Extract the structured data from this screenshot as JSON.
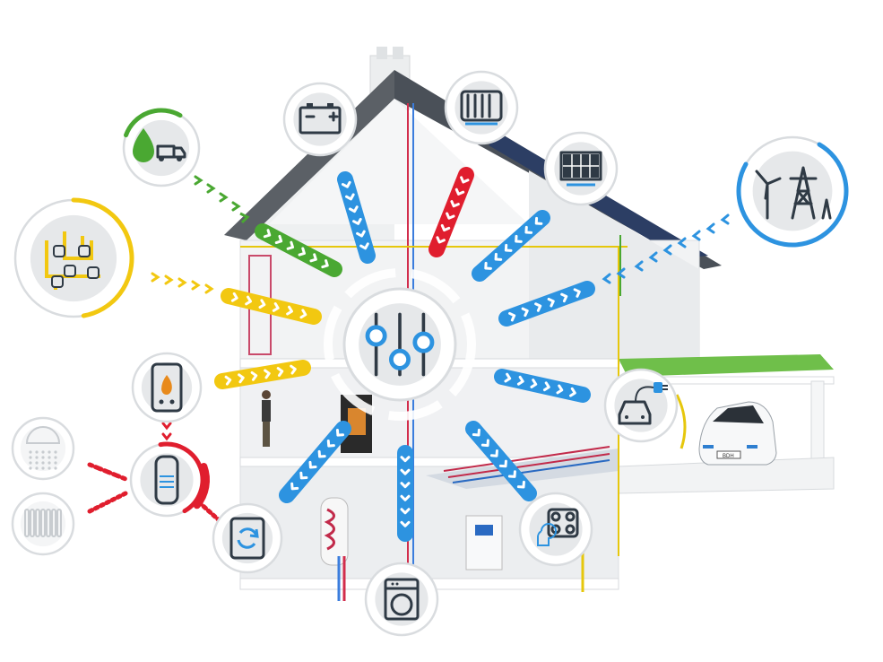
{
  "title": "",
  "colors": {
    "blue": "#2d93e0",
    "green": "#4aa832",
    "yellow": "#f2c811",
    "red": "#e01e2e",
    "icon_ring": "#d9dcdf",
    "roof": "#5b6066",
    "wall": "#f4f5f6"
  },
  "nodes": [
    {
      "id": "central-control",
      "icon": "sliders-icon",
      "ring": "icon_ring"
    },
    {
      "id": "battery",
      "icon": "battery-icon",
      "ring": "icon_ring"
    },
    {
      "id": "solar-thermal",
      "icon": "solar-thermal-collector-icon",
      "ring": "icon_ring"
    },
    {
      "id": "photovoltaic",
      "icon": "solar-panel-icon",
      "ring": "icon_ring"
    },
    {
      "id": "power-grid",
      "icon": "wind-turbine-pylon-icon",
      "ring": "blue"
    },
    {
      "id": "oil-delivery",
      "icon": "oil-drop-truck-icon",
      "ring": "green"
    },
    {
      "id": "gas-network",
      "icon": "pipe-network-icon",
      "ring": "yellow"
    },
    {
      "id": "boiler",
      "icon": "flame-boiler-icon",
      "ring": "icon_ring"
    },
    {
      "id": "hot-water-tank",
      "icon": "water-tank-icon",
      "ring": "red"
    },
    {
      "id": "shower",
      "icon": "shower-icon",
      "ring": "icon_ring"
    },
    {
      "id": "radiator",
      "icon": "radiator-icon",
      "ring": "icon_ring"
    },
    {
      "id": "heat-pump",
      "icon": "circulation-icon",
      "ring": "icon_ring"
    },
    {
      "id": "washing-machine",
      "icon": "washing-machine-icon",
      "ring": "icon_ring"
    },
    {
      "id": "cooktop-lighting",
      "icon": "cooktop-bulb-icon",
      "ring": "icon_ring"
    },
    {
      "id": "ev-charging",
      "icon": "ev-charger-icon",
      "ring": "icon_ring"
    }
  ],
  "flows": [
    {
      "to": "battery",
      "color": "blue",
      "direction": "outward"
    },
    {
      "to": "solar-thermal",
      "color": "red",
      "direction": "inward"
    },
    {
      "to": "photovoltaic",
      "color": "blue",
      "direction": "inward"
    },
    {
      "to": "gas-network",
      "color": "green",
      "direction": "inward"
    },
    {
      "to": "gas-network",
      "color": "yellow",
      "direction": "inward"
    },
    {
      "to": "boiler",
      "color": "yellow",
      "direction": "outward"
    },
    {
      "to": "power-grid",
      "color": "blue",
      "direction": "both"
    },
    {
      "to": "ev-charging",
      "color": "blue",
      "direction": "outward"
    },
    {
      "to": "cooktop-lighting",
      "color": "blue",
      "direction": "outward"
    },
    {
      "to": "washing-machine",
      "color": "blue",
      "direction": "outward"
    },
    {
      "to": "heat-pump",
      "color": "blue",
      "direction": "inward"
    },
    {
      "to": "hot-water-tank",
      "color": "red",
      "direction": "outward"
    }
  ],
  "car": {
    "plate": "BDH"
  }
}
